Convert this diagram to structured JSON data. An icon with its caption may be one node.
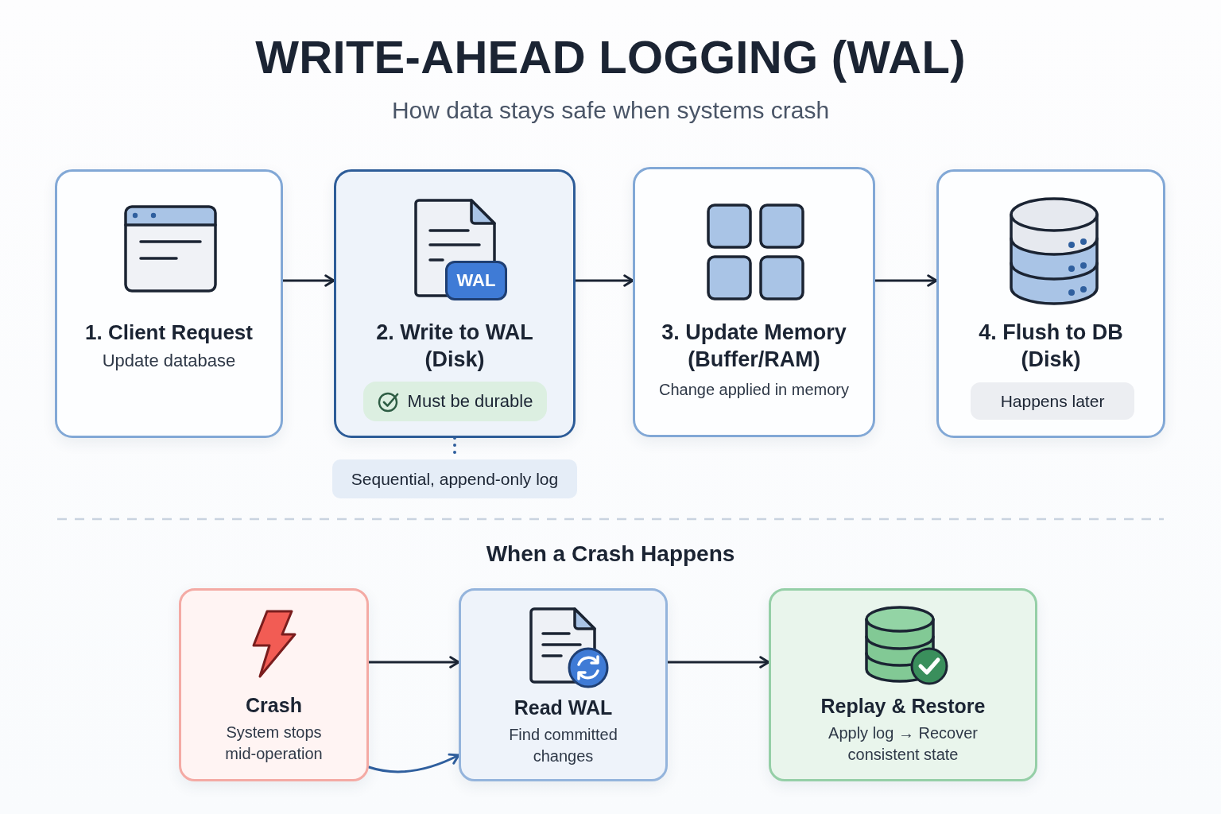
{
  "diagram": {
    "title": "WRITE-AHEAD LOGGING (WAL)",
    "nodes": [
      {
        "text": [
          "1. Client Request",
          "Update database"
        ]
      },
      {
        "text": [
          "2. Write to WAL (Disk)"
        ]
      },
      {
        "text": [
          "WAL"
        ],
        "in": 1
      },
      {
        "text": [
          "Must be durable"
        ],
        "in": 1
      },
      {
        "text": [
          "Sequential, append-only log"
        ]
      },
      {
        "text": [
          "3. Update Memory (Buffer/RAM)",
          "Change applied in memory"
        ]
      },
      {
        "text": [
          "4. Flush to DB (Disk)"
        ]
      },
      {
        "text": [
          "Happens later"
        ],
        "in": 6
      },
      {
        "text": [
          "Crash",
          "System stops mid-operation"
        ]
      },
      {
        "text": [
          "Read WAL",
          "Find committed changes"
        ]
      },
      {
        "text": [
          "Replay & Restore",
          "Apply log → Recover consistent state"
        ]
      }
    ],
    "edges": [
      {
        "from": 0,
        "to": 1,
        "arrow": "to"
      },
      {
        "from": 1,
        "to": 4,
        "arrow": "none",
        "style": "dashed",
        "color": "#2f5f9e"
      },
      {
        "from": 1,
        "to": 5,
        "arrow": "to"
      },
      {
        "from": 5,
        "to": 6,
        "arrow": "to"
      },
      {
        "from": 8,
        "to": 9,
        "arrow": "to"
      },
      {
        "from": 8,
        "to": 9,
        "arrow": "to",
        "color": "#2f5f9e"
      },
      {
        "from": 9,
        "to": 10,
        "arrow": "to"
      }
    ],
    "labels": [
      "How data stays safe when systems crash",
      "When a Crash Happens"
    ]
  }
}
